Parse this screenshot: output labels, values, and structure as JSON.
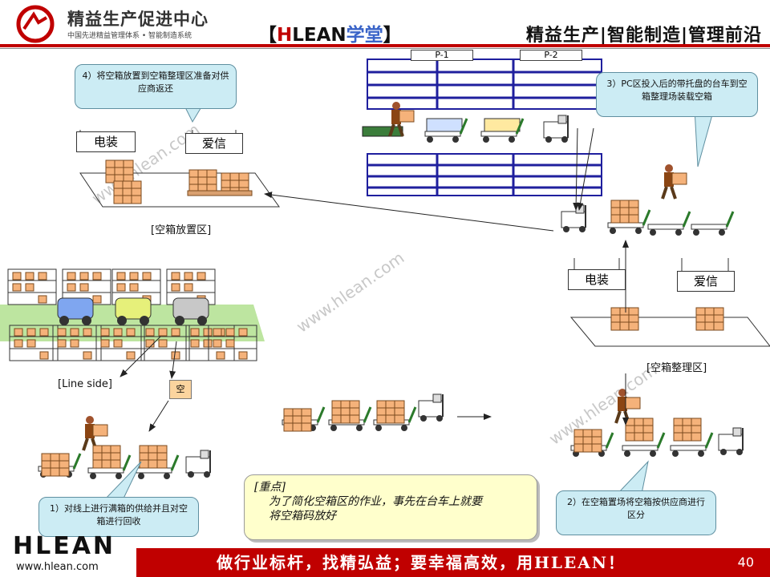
{
  "header": {
    "brand_name": "精益生产促进中心",
    "brand_sub": "中国先进精益管理体系 • 智能制造系统",
    "academy_open": "【",
    "academy_h": "H",
    "academy_lean": "LEAN",
    "academy_cn": "学堂",
    "academy_close": "】",
    "tagline": "精益生产|智能制造|管理前沿"
  },
  "callouts": {
    "c4": "4）将空箱放置到空箱整理区准备对供应商返还",
    "c3": "3）PC区投入后的带托盘的台车到空箱整理场装载空箱",
    "c1": "1）对线上进行满箱的供给并且对空箱进行回收",
    "c2": "2）在空箱置场将空箱按供应商进行区分"
  },
  "signs": {
    "dianzhuang_1": "电装",
    "aixin_1": "爱信",
    "dianzhuang_2": "电装",
    "aixin_2": "爱信"
  },
  "labels": {
    "empty_area": "[空箱放置区]",
    "sort_area": "[空箱整理区]",
    "line_side": "[Line side]",
    "kong": "空",
    "p1": "P-1",
    "p2": "P-2"
  },
  "note": {
    "title": "[重点]",
    "line1": "为了简化空箱区的作业，事先在台车上就要",
    "line2": "将空箱码放好"
  },
  "watermark": "www.hlean.com",
  "footer": {
    "logo": "HLEAN",
    "url": "www.hlean.com",
    "slogan": "做行业标杆，找精弘益；要幸福高效，用HLEAN！",
    "page": "40"
  },
  "colors": {
    "accent_red": "#c00000",
    "callout_fill": "#ccecf4",
    "note_fill": "#ffffcc",
    "rack_blue": "#1f1f9e",
    "box_orange": "#f5b27a"
  }
}
